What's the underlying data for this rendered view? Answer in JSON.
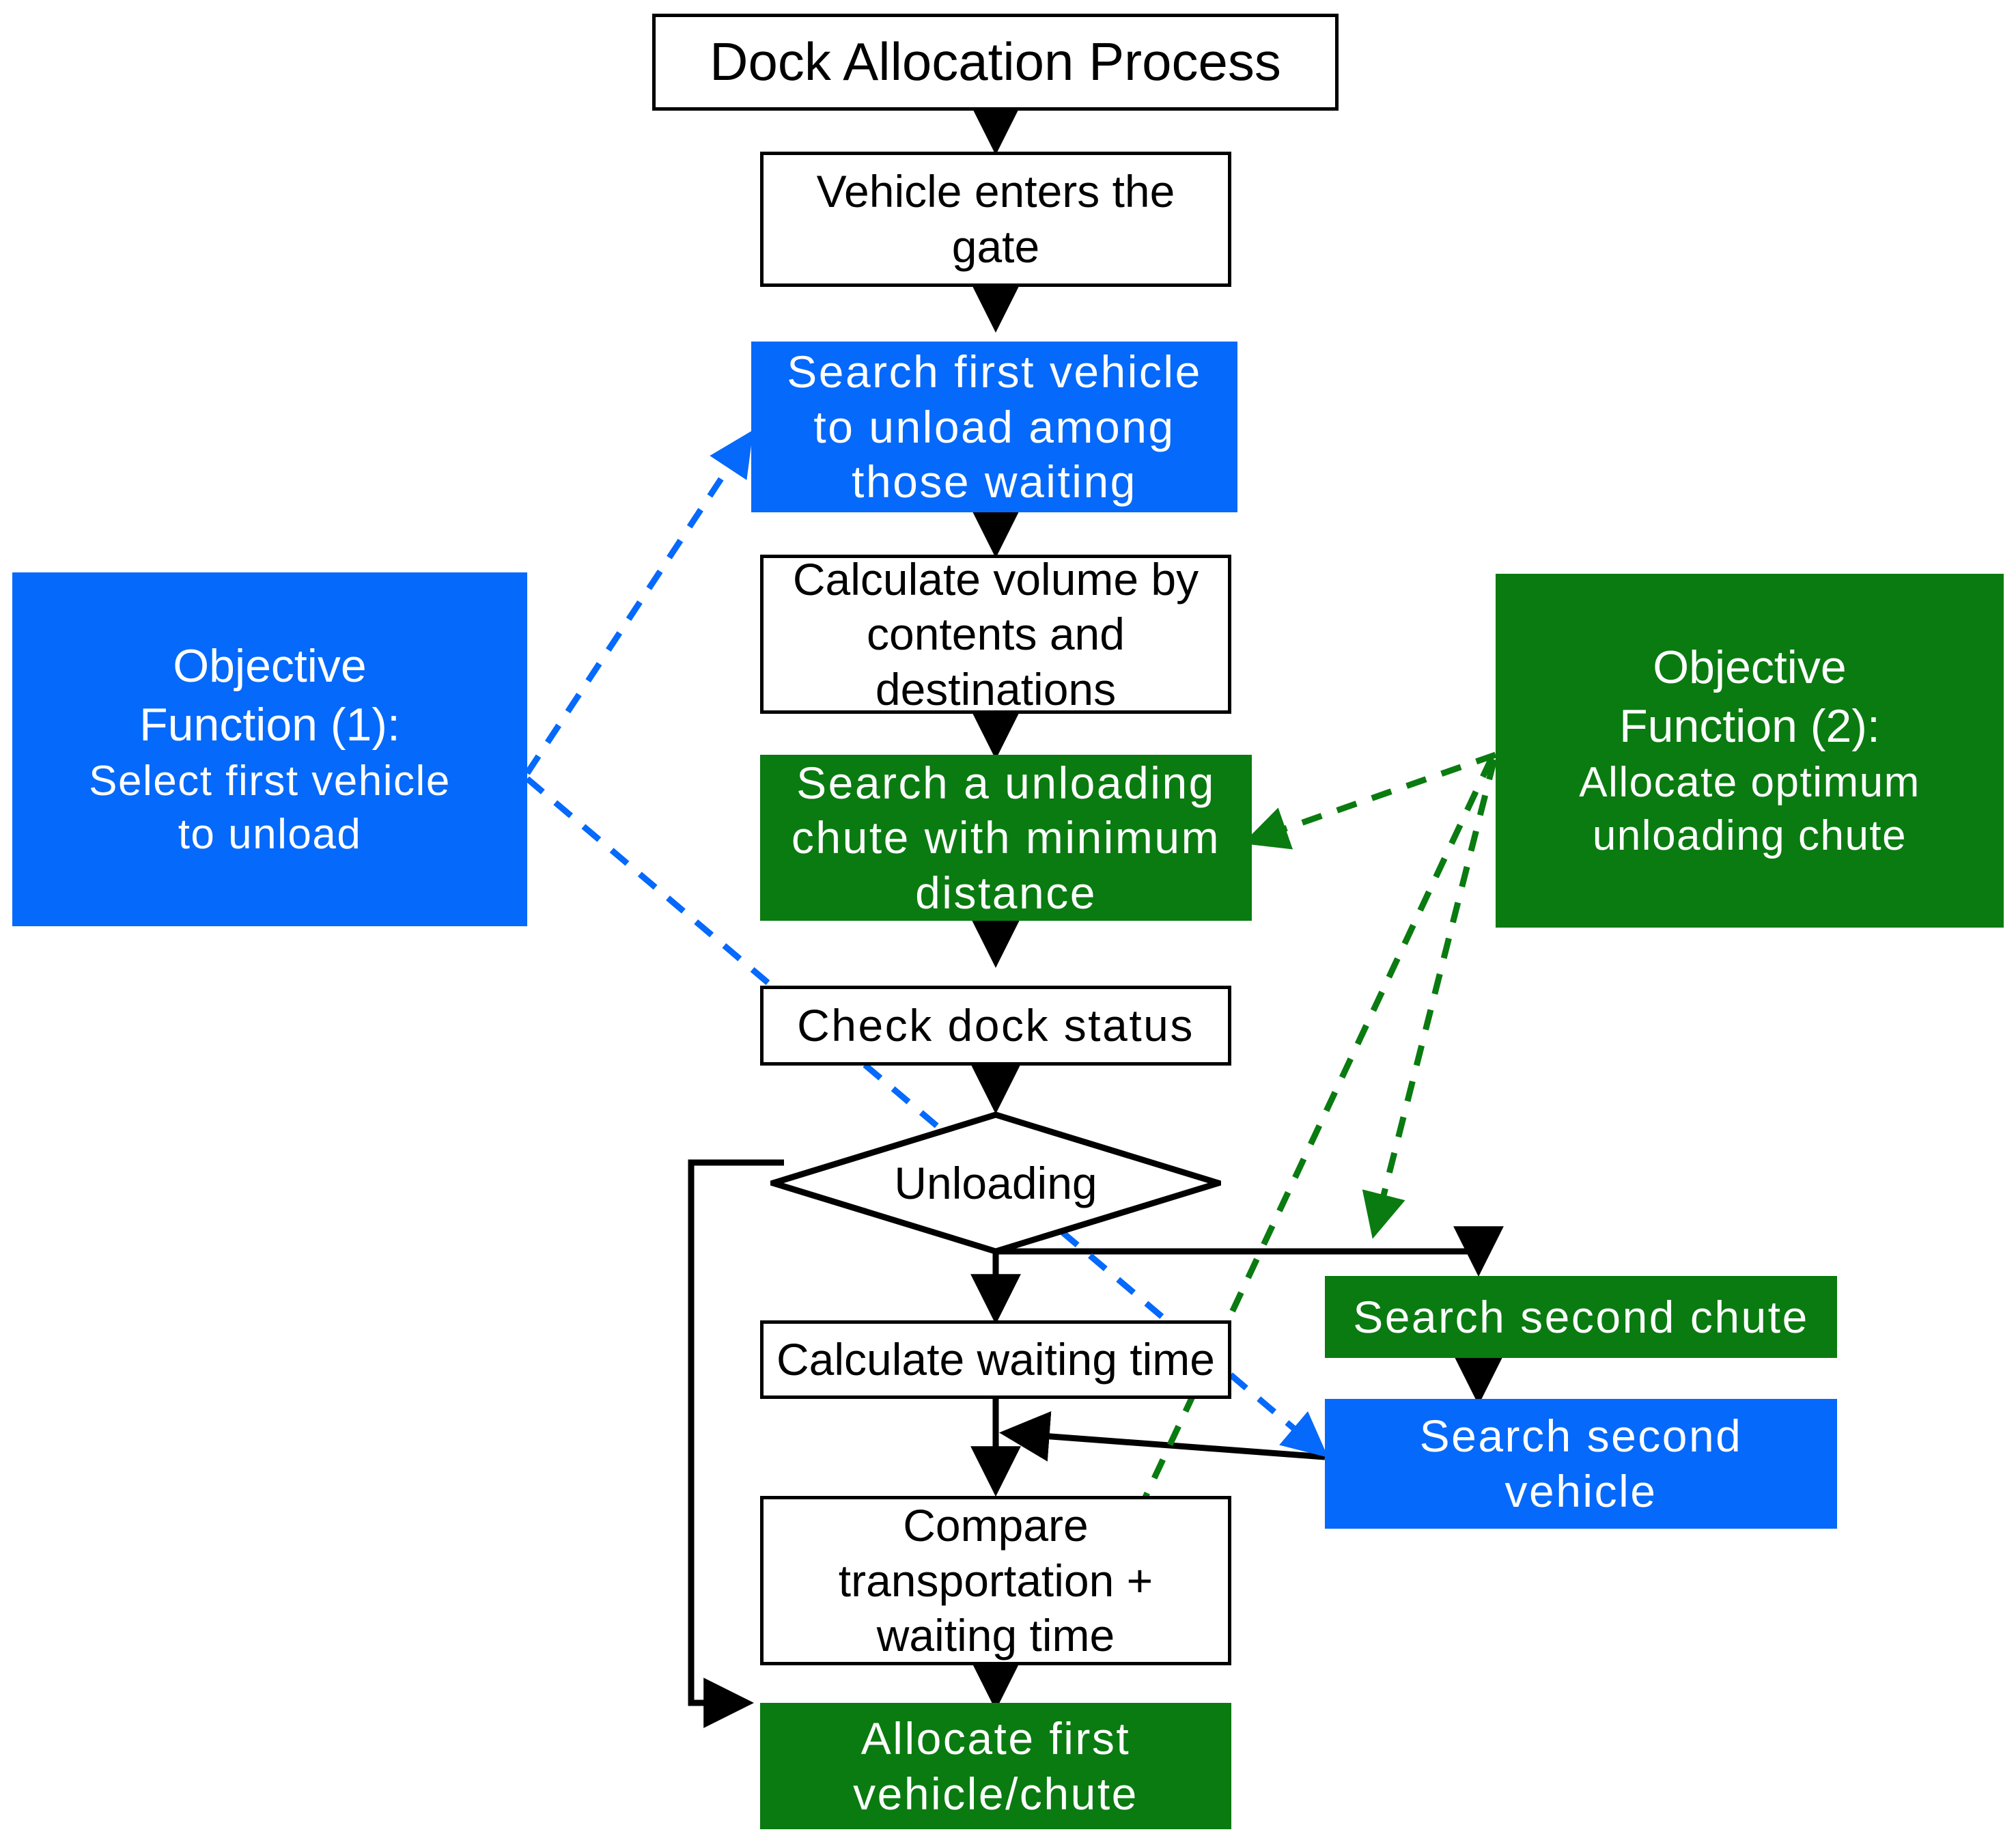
{
  "diagram": {
    "title": "Dock Allocation Process",
    "colors": {
      "blue": "#0569FB",
      "green": "#0A7B10",
      "black": "#000000",
      "white": "#FFFFFF"
    },
    "nodes": {
      "title": "Dock Allocation Process",
      "vehicle_enters_gate": "Vehicle enters the gate",
      "search_first_vehicle": "Search first vehicle to unload among those waiting",
      "calculate_volume": "Calculate volume by contents and destinations",
      "search_unloading_chute": "Search a unloading chute with minimum distance",
      "check_dock_status": "Check dock status",
      "unloading_decision": "Unloading",
      "calculate_waiting_time": "Calculate waiting time",
      "compare_transport_waiting": "Compare transportation + waiting time",
      "allocate_first": "Allocate first vehicle/chute",
      "search_second_chute": "Search second chute",
      "search_second_vehicle": "Search second vehicle"
    },
    "objective_1": {
      "line1": "Objective",
      "line2": "Function (1):",
      "line3": "Select first vehicle",
      "line4": "to unload"
    },
    "objective_2": {
      "line1": "Objective",
      "line2": "Function (2):",
      "line3": "Allocate optimum",
      "line4": "unloading chute"
    },
    "node_lines": {
      "vehicle_enters_gate": [
        "Vehicle enters the",
        "gate"
      ],
      "search_first_vehicle": [
        "Search first vehicle",
        "to unload among",
        "those waiting"
      ],
      "calculate_volume": [
        "Calculate volume by",
        "contents and",
        "destinations"
      ],
      "search_unloading_chute": [
        "Search a unloading",
        "chute with minimum",
        "distance"
      ],
      "compare_transport_waiting": [
        "Compare",
        "transportation +",
        "waiting time"
      ],
      "allocate_first": [
        "Allocate first",
        "vehicle/chute"
      ],
      "search_second_vehicle": [
        "Search second",
        "vehicle"
      ]
    }
  }
}
